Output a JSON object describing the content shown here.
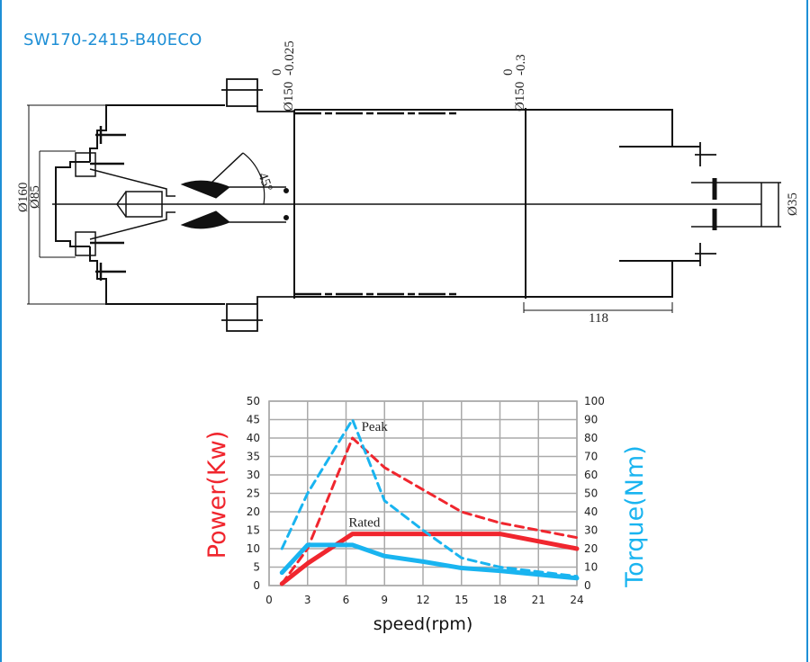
{
  "title": "SW170-2415-B40ECO",
  "drawing": {
    "dim_outer": "Ø160",
    "dim_inner": "Ø85",
    "dim_angle": "45°",
    "dim_tube_1": "Ø150",
    "dim_tube_1_tol_upper": "0",
    "dim_tube_1_tol_lower": "-0.025",
    "dim_tube_2": "Ø150",
    "dim_tube_2_tol_upper": "0",
    "dim_tube_2_tol_lower": "-0.3",
    "dim_shaft": "Ø35",
    "dim_length": "118"
  },
  "colors": {
    "accent": "#1e8fd6",
    "power": "#f0262e",
    "torque": "#19b4f0"
  },
  "chart_data": {
    "type": "line",
    "xlabel": "speed(rpm)",
    "ylabel": "Power(Kw)",
    "y2label": "Torque(Nm)",
    "xlim": [
      0,
      24
    ],
    "ylim": [
      0,
      50
    ],
    "y2lim": [
      0,
      100
    ],
    "xticks": [
      "0",
      "3",
      "6",
      "9",
      "12",
      "15",
      "18",
      "21",
      "24"
    ],
    "yticks": [
      "0",
      "5",
      "10",
      "15",
      "20",
      "25",
      "30",
      "35",
      "40",
      "45",
      "50"
    ],
    "y2ticks": [
      "0",
      "10",
      "20",
      "30",
      "40",
      "50",
      "60",
      "70",
      "80",
      "90",
      "100"
    ],
    "grid": true,
    "annotations": [
      {
        "text": "Peak",
        "x": 7.2,
        "y": 42
      },
      {
        "text": "Rated",
        "x": 6.2,
        "y": 16
      }
    ],
    "series": [
      {
        "name": "Rated Power",
        "axis": "left",
        "style": "solid",
        "color": "#f0262e",
        "x": [
          1,
          3,
          6.5,
          18,
          24
        ],
        "y": [
          0.5,
          6,
          14,
          14,
          10
        ]
      },
      {
        "name": "Peak Power",
        "axis": "left",
        "style": "dashed",
        "color": "#f0262e",
        "x": [
          1,
          3,
          6.5,
          9,
          12,
          15,
          18,
          24
        ],
        "y": [
          0.5,
          10,
          40,
          32,
          26,
          20,
          17,
          13
        ]
      },
      {
        "name": "Rated Torque",
        "axis": "right",
        "style": "solid",
        "color": "#19b4f0",
        "x": [
          1,
          3,
          6.5,
          9,
          12,
          15,
          18,
          24
        ],
        "y": [
          7,
          22,
          22,
          16,
          13,
          9.5,
          8,
          4
        ]
      },
      {
        "name": "Peak Torque",
        "axis": "right",
        "style": "dashed",
        "color": "#19b4f0",
        "x": [
          1,
          3,
          6.5,
          9,
          12,
          15,
          18,
          24
        ],
        "y": [
          20,
          50,
          90,
          46,
          30,
          15,
          10,
          5
        ]
      }
    ]
  }
}
